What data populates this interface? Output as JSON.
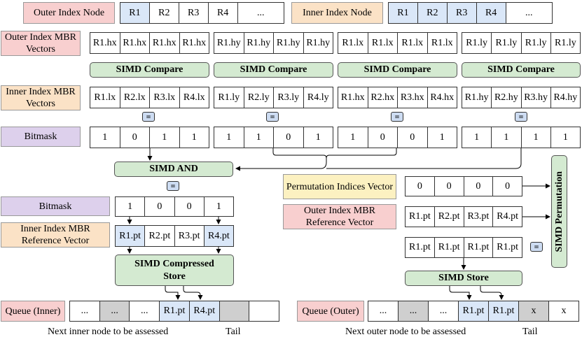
{
  "legend": {
    "outer_node_label": "Outer Index Node",
    "outer_node_cells": [
      "R1",
      "R2",
      "R3",
      "R4",
      "..."
    ],
    "inner_node_label": "Inner Index Node",
    "inner_node_cells": [
      "R1",
      "R2",
      "R3",
      "R4",
      "..."
    ]
  },
  "left_labels": {
    "outer_mbr": "Outer Index MBR Vectors",
    "inner_mbr": "Inner Index MBR Vectors",
    "bitmask": "Bitmask"
  },
  "groups": [
    {
      "outer": [
        "R1.hx",
        "R1.hx",
        "R1.hx",
        "R1.hx"
      ],
      "compare": "SIMD Compare",
      "inner": [
        "R1.lx",
        "R2.lx",
        "R3.lx",
        "R4.lx"
      ],
      "eq": "=",
      "bits": [
        "1",
        "0",
        "1",
        "1"
      ]
    },
    {
      "outer": [
        "R1.hy",
        "R1.hy",
        "R1.hy",
        "R1.hy"
      ],
      "compare": "SIMD Compare",
      "inner": [
        "R1.ly",
        "R2.ly",
        "R3.ly",
        "R4.ly"
      ],
      "eq": "=",
      "bits": [
        "1",
        "1",
        "0",
        "1"
      ]
    },
    {
      "outer": [
        "R1.lx",
        "R1.lx",
        "R1.lx",
        "R1.lx"
      ],
      "compare": "SIMD Compare",
      "inner": [
        "R1.hx",
        "R2.hx",
        "R3.hx",
        "R4.hx"
      ],
      "eq": "=",
      "bits": [
        "1",
        "0",
        "0",
        "1"
      ]
    },
    {
      "outer": [
        "R1.ly",
        "R1.ly",
        "R1.ly",
        "R1.ly"
      ],
      "compare": "SIMD Compare",
      "inner": [
        "R1.hy",
        "R2.hy",
        "R3.hy",
        "R4.hy"
      ],
      "eq": "=",
      "bits": [
        "1",
        "1",
        "1",
        "1"
      ]
    }
  ],
  "simd_and": "SIMD AND",
  "and_eq": "=",
  "lower_left": {
    "bitmask_label": "Bitmask",
    "bitmask": [
      "1",
      "0",
      "0",
      "1"
    ],
    "ref_label": "Inner Index MBR Reference Vector",
    "ref": [
      "R1.pt",
      "R2.pt",
      "R3.pt",
      "R4.pt"
    ],
    "compressed_store": "SIMD Compressed Store"
  },
  "queue_inner": {
    "label": "Queue (Inner)",
    "cells": [
      "...",
      "...",
      "...",
      "R1.pt",
      "R4.pt",
      "",
      ""
    ],
    "caption_left": "Next inner node to be assessed",
    "caption_tail": "Tail"
  },
  "right": {
    "perm_label": "Permutation Indices Vector",
    "perm": [
      "0",
      "0",
      "0",
      "0"
    ],
    "outer_ref_label": "Outer Index MBR Reference Vector",
    "outer_ref": [
      "R1.pt",
      "R2.pt",
      "R3.pt",
      "R4.pt"
    ],
    "result": [
      "R1.pt",
      "R1.pt",
      "R1.pt",
      "R1.pt"
    ],
    "result_eq": "=",
    "simd_perm": "SIMD Permutation",
    "simd_store": "SIMD Store"
  },
  "queue_outer": {
    "label": "Queue (Outer)",
    "cells": [
      "...",
      "...",
      "...",
      "R1.pt",
      "R1.pt",
      "x",
      "x"
    ],
    "caption_left": "Next outer node to be assessed",
    "caption_tail": "Tail"
  },
  "colors": {
    "pink": "#f8cfcf",
    "peach": "#fbe2c6",
    "purple": "#ddd0ec",
    "yellow": "#fcf1c1",
    "green": "#d4ead1",
    "blue": "#dae7f8",
    "gray": "#cfcfcf"
  }
}
